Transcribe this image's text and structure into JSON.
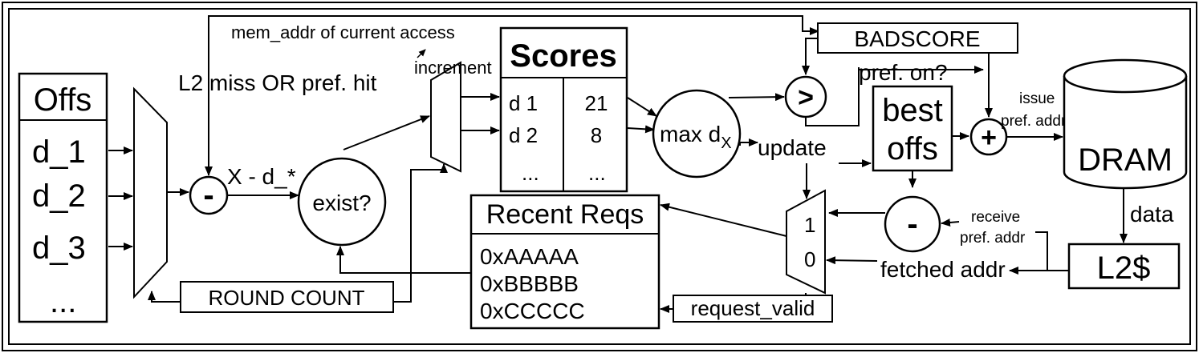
{
  "blocks": {
    "offs": {
      "title": "Offs",
      "items": [
        "d_1",
        "d_2",
        "d_3",
        "..."
      ]
    },
    "scores": {
      "title": "Scores",
      "rows": [
        {
          "key": "d 1",
          "value": "21"
        },
        {
          "key": "d 2",
          "value": "8"
        },
        {
          "key": "...",
          "value": "..."
        }
      ]
    },
    "recent_reqs": {
      "title": "Recent Reqs",
      "items": [
        "0xAAAAA",
        "0xBBBBB",
        "0xCCCCC"
      ]
    },
    "best_offs": {
      "line1": "best",
      "line2": "offs"
    },
    "badscore": "BADSCORE",
    "round_count": "ROUND COUNT",
    "request_valid": "request_valid",
    "dram": "DRAM",
    "l2": "L2$"
  },
  "operators": {
    "minus": "-",
    "exist": "exist?",
    "max_prefix": "max d",
    "max_sub": "X",
    "greater": ">",
    "plus": "+",
    "mux_one": "1",
    "mux_zero": "0"
  },
  "labels": {
    "mem_addr": "mem_addr of current access",
    "l2_miss": "L2 miss OR pref. hit",
    "increment": "increment",
    "x_minus": "X - d_*",
    "pref_on": "pref. on?",
    "issue": "issue",
    "pref_addr": "pref. addr",
    "update": "update",
    "receive": "receive",
    "receive_addr": "pref. addr",
    "data": "data",
    "fetched_addr": "fetched addr"
  }
}
